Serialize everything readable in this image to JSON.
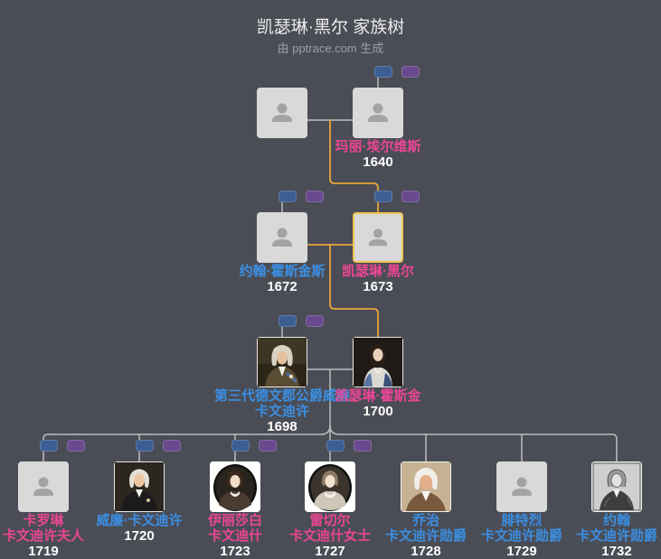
{
  "title": "凯瑟琳·黑尔 家族树",
  "subtitle": "由 pptrace.com 生成",
  "colors": {
    "background": "#4a4d55",
    "title": "#ececec",
    "subtitle": "#9c9fa6",
    "male_name": "#3b8fe4",
    "female_name": "#ec4695",
    "year": "#ffffff",
    "line": "#bdbdbd",
    "highlight_line": "#e8a43c",
    "focus_border": "#f3c34f",
    "father_toggle": "#3d5e93",
    "mother_toggle": "#6a4a8e"
  },
  "generations": [
    {
      "people": [
        {
          "icon": "person-placeholder-icon"
        },
        {
          "icon": "person-placeholder-icon",
          "name_lines": [
            "玛丽·埃尔维斯"
          ],
          "year": "1640",
          "name_color": "#ec4695"
        }
      ]
    },
    {
      "people": [
        {
          "icon": "person-placeholder-icon",
          "name_lines": [
            "约翰·霍斯金斯"
          ],
          "year": "1672",
          "name_color": "#3b8fe4"
        },
        {
          "icon": "person-placeholder-icon",
          "name_lines": [
            "凯瑟琳·黑尔"
          ],
          "year": "1673",
          "name_color": "#ec4695",
          "focus": true
        }
      ]
    },
    {
      "people": [
        {
          "icon": "portrait-photo",
          "name_lines": [
            "第三代德文郡公爵威廉",
            "卡文迪许"
          ],
          "year": "1698",
          "name_color": "#3b8fe4"
        },
        {
          "icon": "portrait-photo",
          "name_lines": [
            "凯瑟琳·霍斯金"
          ],
          "year": "1700",
          "name_color": "#ec4695"
        }
      ]
    },
    {
      "people": [
        {
          "icon": "person-placeholder-icon",
          "name_lines": [
            "卡罗琳",
            "卡文迪许夫人"
          ],
          "year": "1719",
          "name_color": "#ec4695"
        },
        {
          "icon": "portrait-photo",
          "name_lines": [
            "威廉·卡文迪许"
          ],
          "year": "1720",
          "name_color": "#3b8fe4"
        },
        {
          "icon": "portrait-photo",
          "name_lines": [
            "伊丽莎白",
            "卡文迪什"
          ],
          "year": "1723",
          "name_color": "#ec4695"
        },
        {
          "icon": "portrait-photo",
          "name_lines": [
            "雷切尔",
            "卡文迪什女士"
          ],
          "year": "1727",
          "name_color": "#ec4695"
        },
        {
          "icon": "portrait-photo",
          "name_lines": [
            "乔治",
            "卡文迪许勋爵"
          ],
          "year": "1728",
          "name_color": "#3b8fe4"
        },
        {
          "icon": "person-placeholder-icon",
          "name_lines": [
            "腓特烈",
            "卡文迪许勋爵"
          ],
          "year": "1729",
          "name_color": "#3b8fe4"
        },
        {
          "icon": "portrait-photo",
          "name_lines": [
            "约翰",
            "卡文迪许勋爵"
          ],
          "year": "1732",
          "name_color": "#3b8fe4"
        }
      ]
    }
  ]
}
